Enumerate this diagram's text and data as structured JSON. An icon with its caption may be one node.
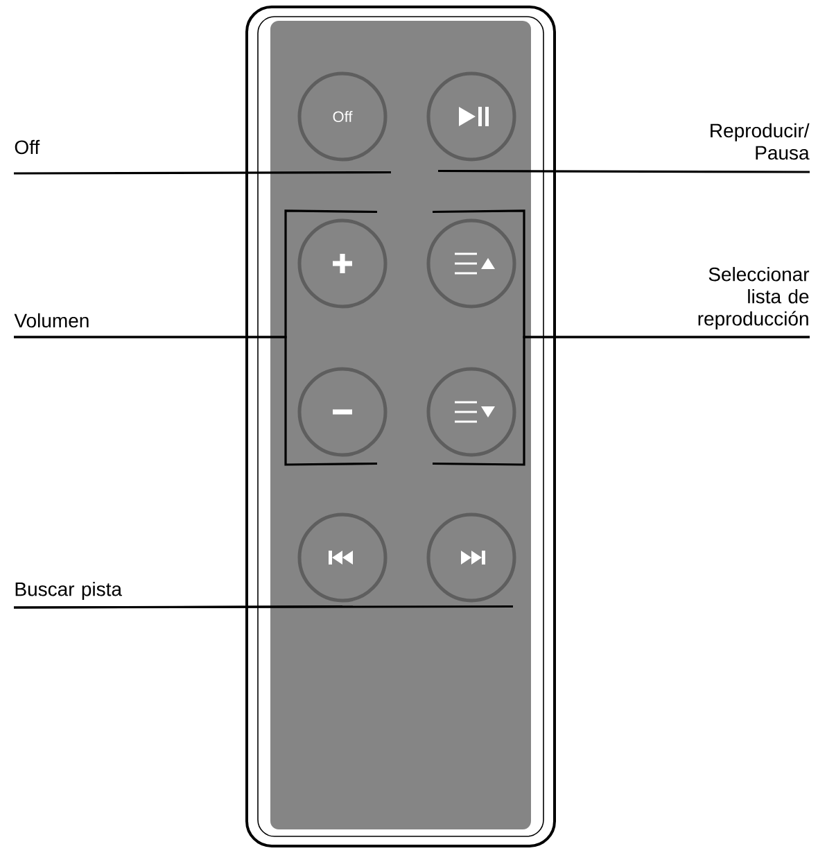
{
  "diagram": {
    "nodes": [
      {
        "text": [
          "Off"
        ]
      },
      {
        "text": [
          "Off"
        ]
      },
      {
        "text": [],
        "shape": "circle"
      },
      {
        "text": [
          "Reproducir/ Pausa"
        ]
      },
      {
        "text": [
          "Volumen"
        ]
      },
      {
        "text": [],
        "shape": "circle"
      },
      {
        "text": [],
        "shape": "circle"
      },
      {
        "text": [
          "Seleccionar lista de reproducción"
        ]
      },
      {
        "text": [],
        "shape": "circle"
      },
      {
        "text": [],
        "shape": "circle"
      },
      {
        "text": [],
        "shape": "circle"
      },
      {
        "text": [],
        "shape": "circle"
      },
      {
        "text": [
          "Buscar pista"
        ]
      }
    ],
    "edges": [
      {
        "from": 0,
        "to": 1,
        "arrow": "none"
      },
      {
        "from": 3,
        "to": 2,
        "arrow": "none"
      },
      {
        "from": 4,
        "to": 5,
        "arrow": "none"
      },
      {
        "from": 4,
        "to": 8,
        "arrow": "none"
      },
      {
        "from": 7,
        "to": 6,
        "arrow": "none"
      },
      {
        "from": 7,
        "to": 9,
        "arrow": "none"
      },
      {
        "from": 12,
        "to": 10,
        "arrow": "none"
      },
      {
        "from": 12,
        "to": 11,
        "arrow": "none"
      }
    ]
  }
}
